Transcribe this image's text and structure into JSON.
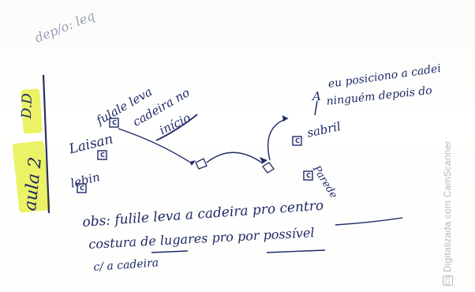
{
  "page": {
    "top_left_note": "dep/o: leq",
    "vertical_note": "aula 2",
    "highlight_note": "D.D",
    "watermark": "Digitalizada com CamScanner",
    "watermark_icon": "camscanner-logo-icon"
  },
  "sketch": {
    "left_labels": [
      "Laisan",
      "lebin"
    ],
    "actor_note_1": "fulale leva",
    "actor_note_2": "cadeira no",
    "actor_note_3": "início",
    "box_letters": [
      "C",
      "C",
      "C",
      "C",
      "C"
    ],
    "right_note_line_1": "eu posiciono a cadei",
    "right_note_line_2": "ninguém depois do",
    "right_arrow_mark": "A",
    "label_sabril": "sabril",
    "label_parede": "Parede",
    "bottom_line_1": "obs: fulile leva a cadeira pro centro",
    "bottom_line_2": "costura de lugares pro por possível",
    "bottom_line_3": "c/ a cadeira"
  },
  "colors": {
    "ink": "#1f2a66",
    "highlight": "#e8f04a",
    "watermark": "#b9b9b9"
  }
}
